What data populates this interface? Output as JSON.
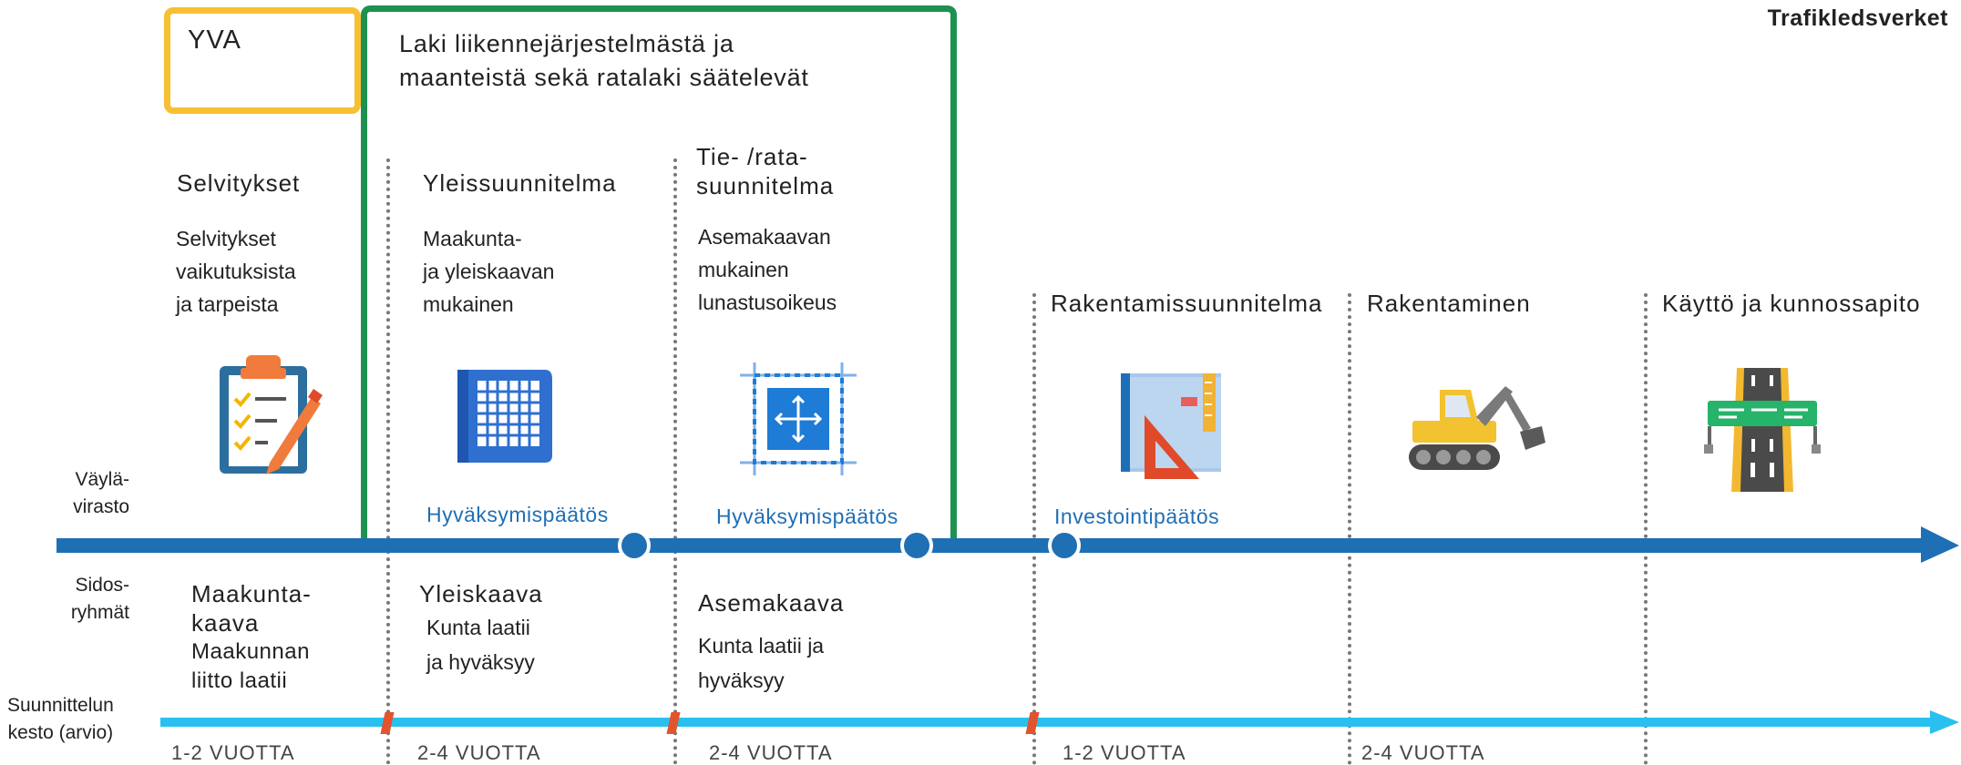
{
  "brand": "Trafikledsverket",
  "yva_label": "YVA",
  "law_box_label": [
    "Laki liikennejärjestelmästä ja",
    "maanteistä sekä ratalaki säätelevät"
  ],
  "phases": [
    {
      "title": [
        "Selvitykset"
      ],
      "desc": [
        "Selvitykset",
        "vaikutuksista",
        "ja tarpeista"
      ],
      "icon": "clipboard-checklist-icon"
    },
    {
      "title": [
        "Yleissuunnitelma"
      ],
      "desc": [
        "Maakunta-",
        "ja yleiskaavan",
        "mukainen"
      ],
      "icon": "blueprint-grid-icon"
    },
    {
      "title": [
        "Tie- /rata-",
        "suunnitelma"
      ],
      "desc": [
        "Asemakaavan",
        "mukainen",
        "lunastusoikeus"
      ],
      "icon": "plan-measure-icon"
    },
    {
      "title": [
        "Rakentamissuunnitelma"
      ],
      "desc": [],
      "icon": "drafting-tools-icon"
    },
    {
      "title": [
        "Rakentaminen"
      ],
      "desc": [],
      "icon": "excavator-icon"
    },
    {
      "title": [
        "Käyttö ja kunnossapito"
      ],
      "desc": [],
      "icon": "road-sign-icon"
    }
  ],
  "decisions": [
    "Hyväksymispäätös",
    "Hyväksymispäätös",
    "Investointipäätös"
  ],
  "row_labels": {
    "agency": [
      "Väylä-",
      "virasto"
    ],
    "stakeholders": [
      "Sidos-",
      "ryhmät"
    ],
    "duration": [
      "Suunnittelun",
      "kesto (arvio)"
    ]
  },
  "stakeholder_items": [
    {
      "title": [
        "Maakunta-",
        "kaava"
      ],
      "desc": [
        "Maakunnan",
        "liitto laatii"
      ]
    },
    {
      "title": [
        "Yleiskaava"
      ],
      "desc": [
        "Kunta laatii",
        "ja hyväksyy"
      ]
    },
    {
      "title": [
        "Asemakaava"
      ],
      "desc": [
        "Kunta laatii ja",
        "hyväksyy"
      ]
    }
  ],
  "durations": [
    "1-2 VUOTTA",
    "2-4 VUOTTA",
    "2-4 VUOTTA",
    "1-2 VUOTTA",
    "2-4 VUOTTA"
  ],
  "colors": {
    "yva_border": "#f7c033",
    "law_border": "#1e9150",
    "main_arrow": "#1f6fb5",
    "duration_arrow": "#29c0f0",
    "tick": "#e2542d",
    "decision_text": "#1f6fb5"
  }
}
